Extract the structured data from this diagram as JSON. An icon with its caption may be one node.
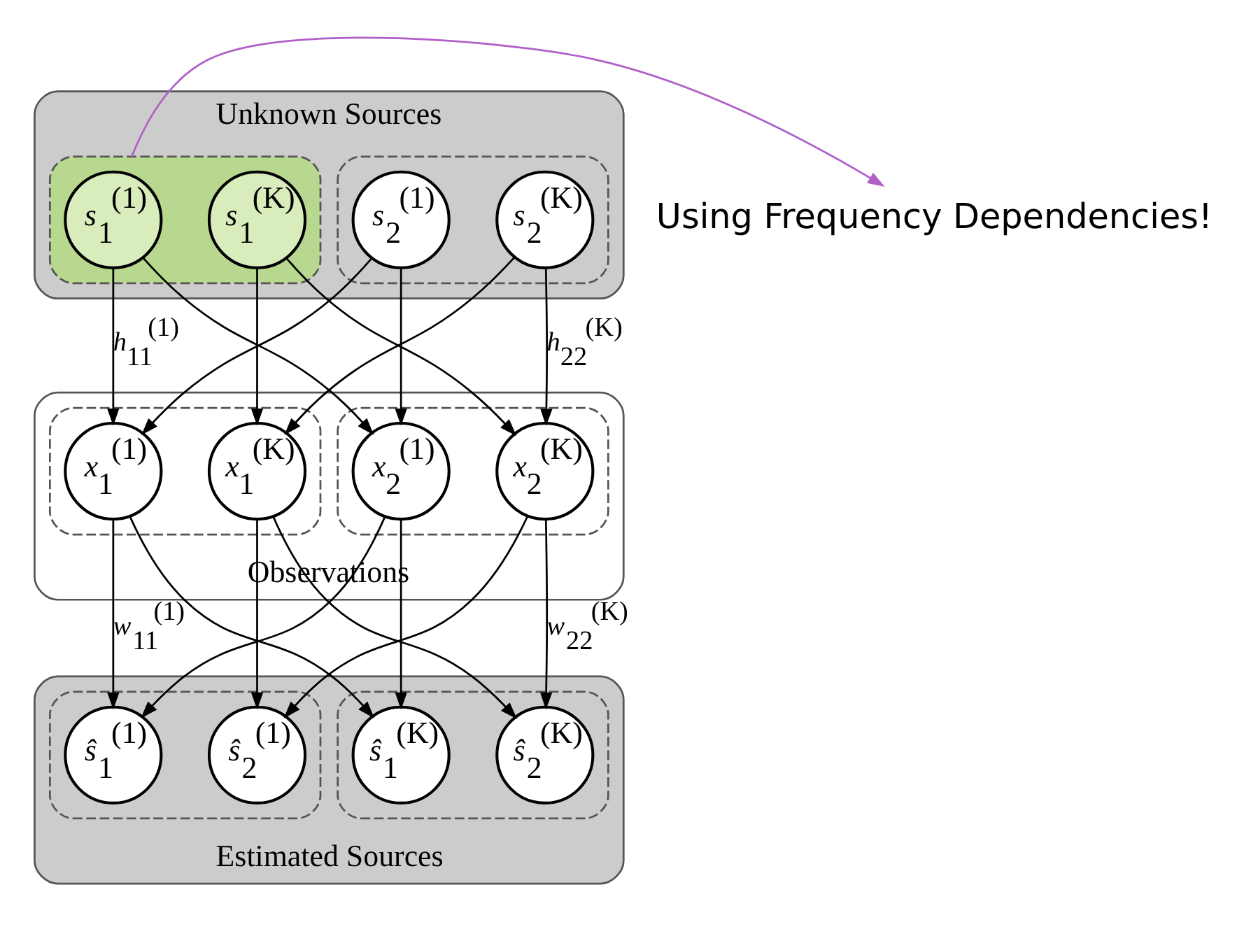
{
  "diagram": {
    "nodes": [
      {
        "text": [
          "Unknown Sources"
        ]
      },
      {
        "text": [],
        "shape": "box",
        "in": 0
      },
      {
        "text": [
          "*s*$_{1}$$^{(1)}$"
        ],
        "in": 1
      },
      {
        "text": [
          "*s*$_{1}$$^{(K)}$"
        ],
        "in": 1
      },
      {
        "text": [],
        "shape": "box",
        "in": 0
      },
      {
        "text": [
          "*s*$_{2}$$^{(1)}$"
        ],
        "in": 4
      },
      {
        "text": [
          "*s*$_{2}$$^{(K)}$"
        ],
        "in": 4
      },
      {
        "text": [
          "Observations"
        ]
      },
      {
        "text": [],
        "shape": "box",
        "in": 7
      },
      {
        "text": [
          "*x*$_{1}$$^{(1)}$"
        ],
        "in": 8
      },
      {
        "text": [
          "*x*$_{1}$$^{(K)}$"
        ],
        "in": 8
      },
      {
        "text": [],
        "shape": "box",
        "in": 7
      },
      {
        "text": [
          "*x*$_{2}$$^{(1)}$"
        ],
        "in": 11
      },
      {
        "text": [
          "*x*$_{2}$$^{(K)}$"
        ],
        "in": 11
      },
      {
        "text": [
          "Estimated Sources"
        ]
      },
      {
        "text": [],
        "shape": "box",
        "in": 14
      },
      {
        "text": [
          "*ŝ*$_{1}$$^{(1)}$"
        ],
        "in": 15
      },
      {
        "text": [
          "*ŝ*$_{2}$$^{(1)}$"
        ],
        "in": 15
      },
      {
        "text": [],
        "shape": "box",
        "in": 14
      },
      {
        "text": [
          "*ŝ*$_{1}$$^{(K)}$"
        ],
        "in": 18
      },
      {
        "text": [
          "*ŝ*$_{2}$$^{(K)}$"
        ],
        "in": 18
      },
      {
        "text": [
          "Using Frequency Dependencies!"
        ]
      }
    ],
    "edges": [
      {
        "from": 2,
        "to": 9,
        "arrow": "to",
        "label": "*h*$_{11}$$^{(1)}$"
      },
      {
        "from": 2,
        "to": 12,
        "arrow": "to"
      },
      {
        "from": 3,
        "to": 10,
        "arrow": "to"
      },
      {
        "from": 3,
        "to": 13,
        "arrow": "to"
      },
      {
        "from": 5,
        "to": 9,
        "arrow": "to"
      },
      {
        "from": 5,
        "to": 12,
        "arrow": "to"
      },
      {
        "from": 6,
        "to": 10,
        "arrow": "to"
      },
      {
        "from": 6,
        "to": 13,
        "arrow": "to",
        "label": "*h*$_{22}$$^{(K)}$"
      },
      {
        "from": 9,
        "to": 16,
        "arrow": "to",
        "label": "*w*$_{11}$$^{(1)}$"
      },
      {
        "from": 9,
        "to": 19,
        "arrow": "to"
      },
      {
        "from": 10,
        "to": 17,
        "arrow": "to"
      },
      {
        "from": 10,
        "to": 20,
        "arrow": "to"
      },
      {
        "from": 12,
        "to": 16,
        "arrow": "to"
      },
      {
        "from": 12,
        "to": 19,
        "arrow": "to"
      },
      {
        "from": 13,
        "to": 17,
        "arrow": "to"
      },
      {
        "from": 13,
        "to": 20,
        "arrow": "to",
        "label": "*w*$_{22}$$^{(K)}$"
      },
      {
        "from": 1,
        "to": 21,
        "arrow": "to",
        "color": "#b060c8"
      }
    ]
  }
}
